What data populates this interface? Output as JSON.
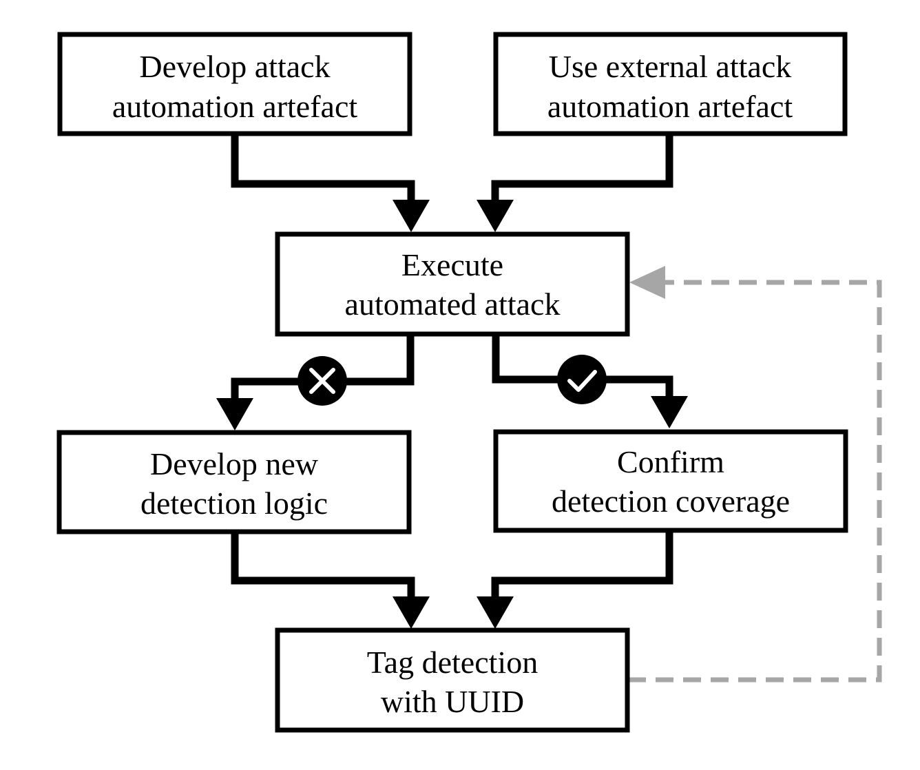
{
  "diagram": {
    "nodes": {
      "develop_artefact": {
        "line1": "Develop attack",
        "line2": "automation artefact"
      },
      "external_artefact": {
        "line1": "Use external attack",
        "line2": "automation artefact"
      },
      "execute_attack": {
        "line1": "Execute",
        "line2": "automated attack"
      },
      "develop_detection": {
        "line1": "Develop new",
        "line2": "detection logic"
      },
      "confirm_coverage": {
        "line1": "Confirm",
        "line2": "detection coverage"
      },
      "tag_detection": {
        "line1": "Tag detection",
        "line2": "with UUID"
      }
    },
    "edges": [
      {
        "from": "develop_artefact",
        "to": "execute_attack"
      },
      {
        "from": "external_artefact",
        "to": "execute_attack"
      },
      {
        "from": "execute_attack",
        "to": "develop_detection",
        "badge": "failure-icon"
      },
      {
        "from": "execute_attack",
        "to": "confirm_coverage",
        "badge": "success-icon"
      },
      {
        "from": "develop_detection",
        "to": "tag_detection"
      },
      {
        "from": "confirm_coverage",
        "to": "tag_detection"
      },
      {
        "from": "tag_detection",
        "to": "execute_attack",
        "style": "dashed"
      }
    ],
    "colors": {
      "box_stroke": "#000000",
      "connector": "#000000",
      "feedback": "#a6a6a6",
      "badge_fill": "#000000",
      "badge_mark": "#ffffff"
    }
  }
}
